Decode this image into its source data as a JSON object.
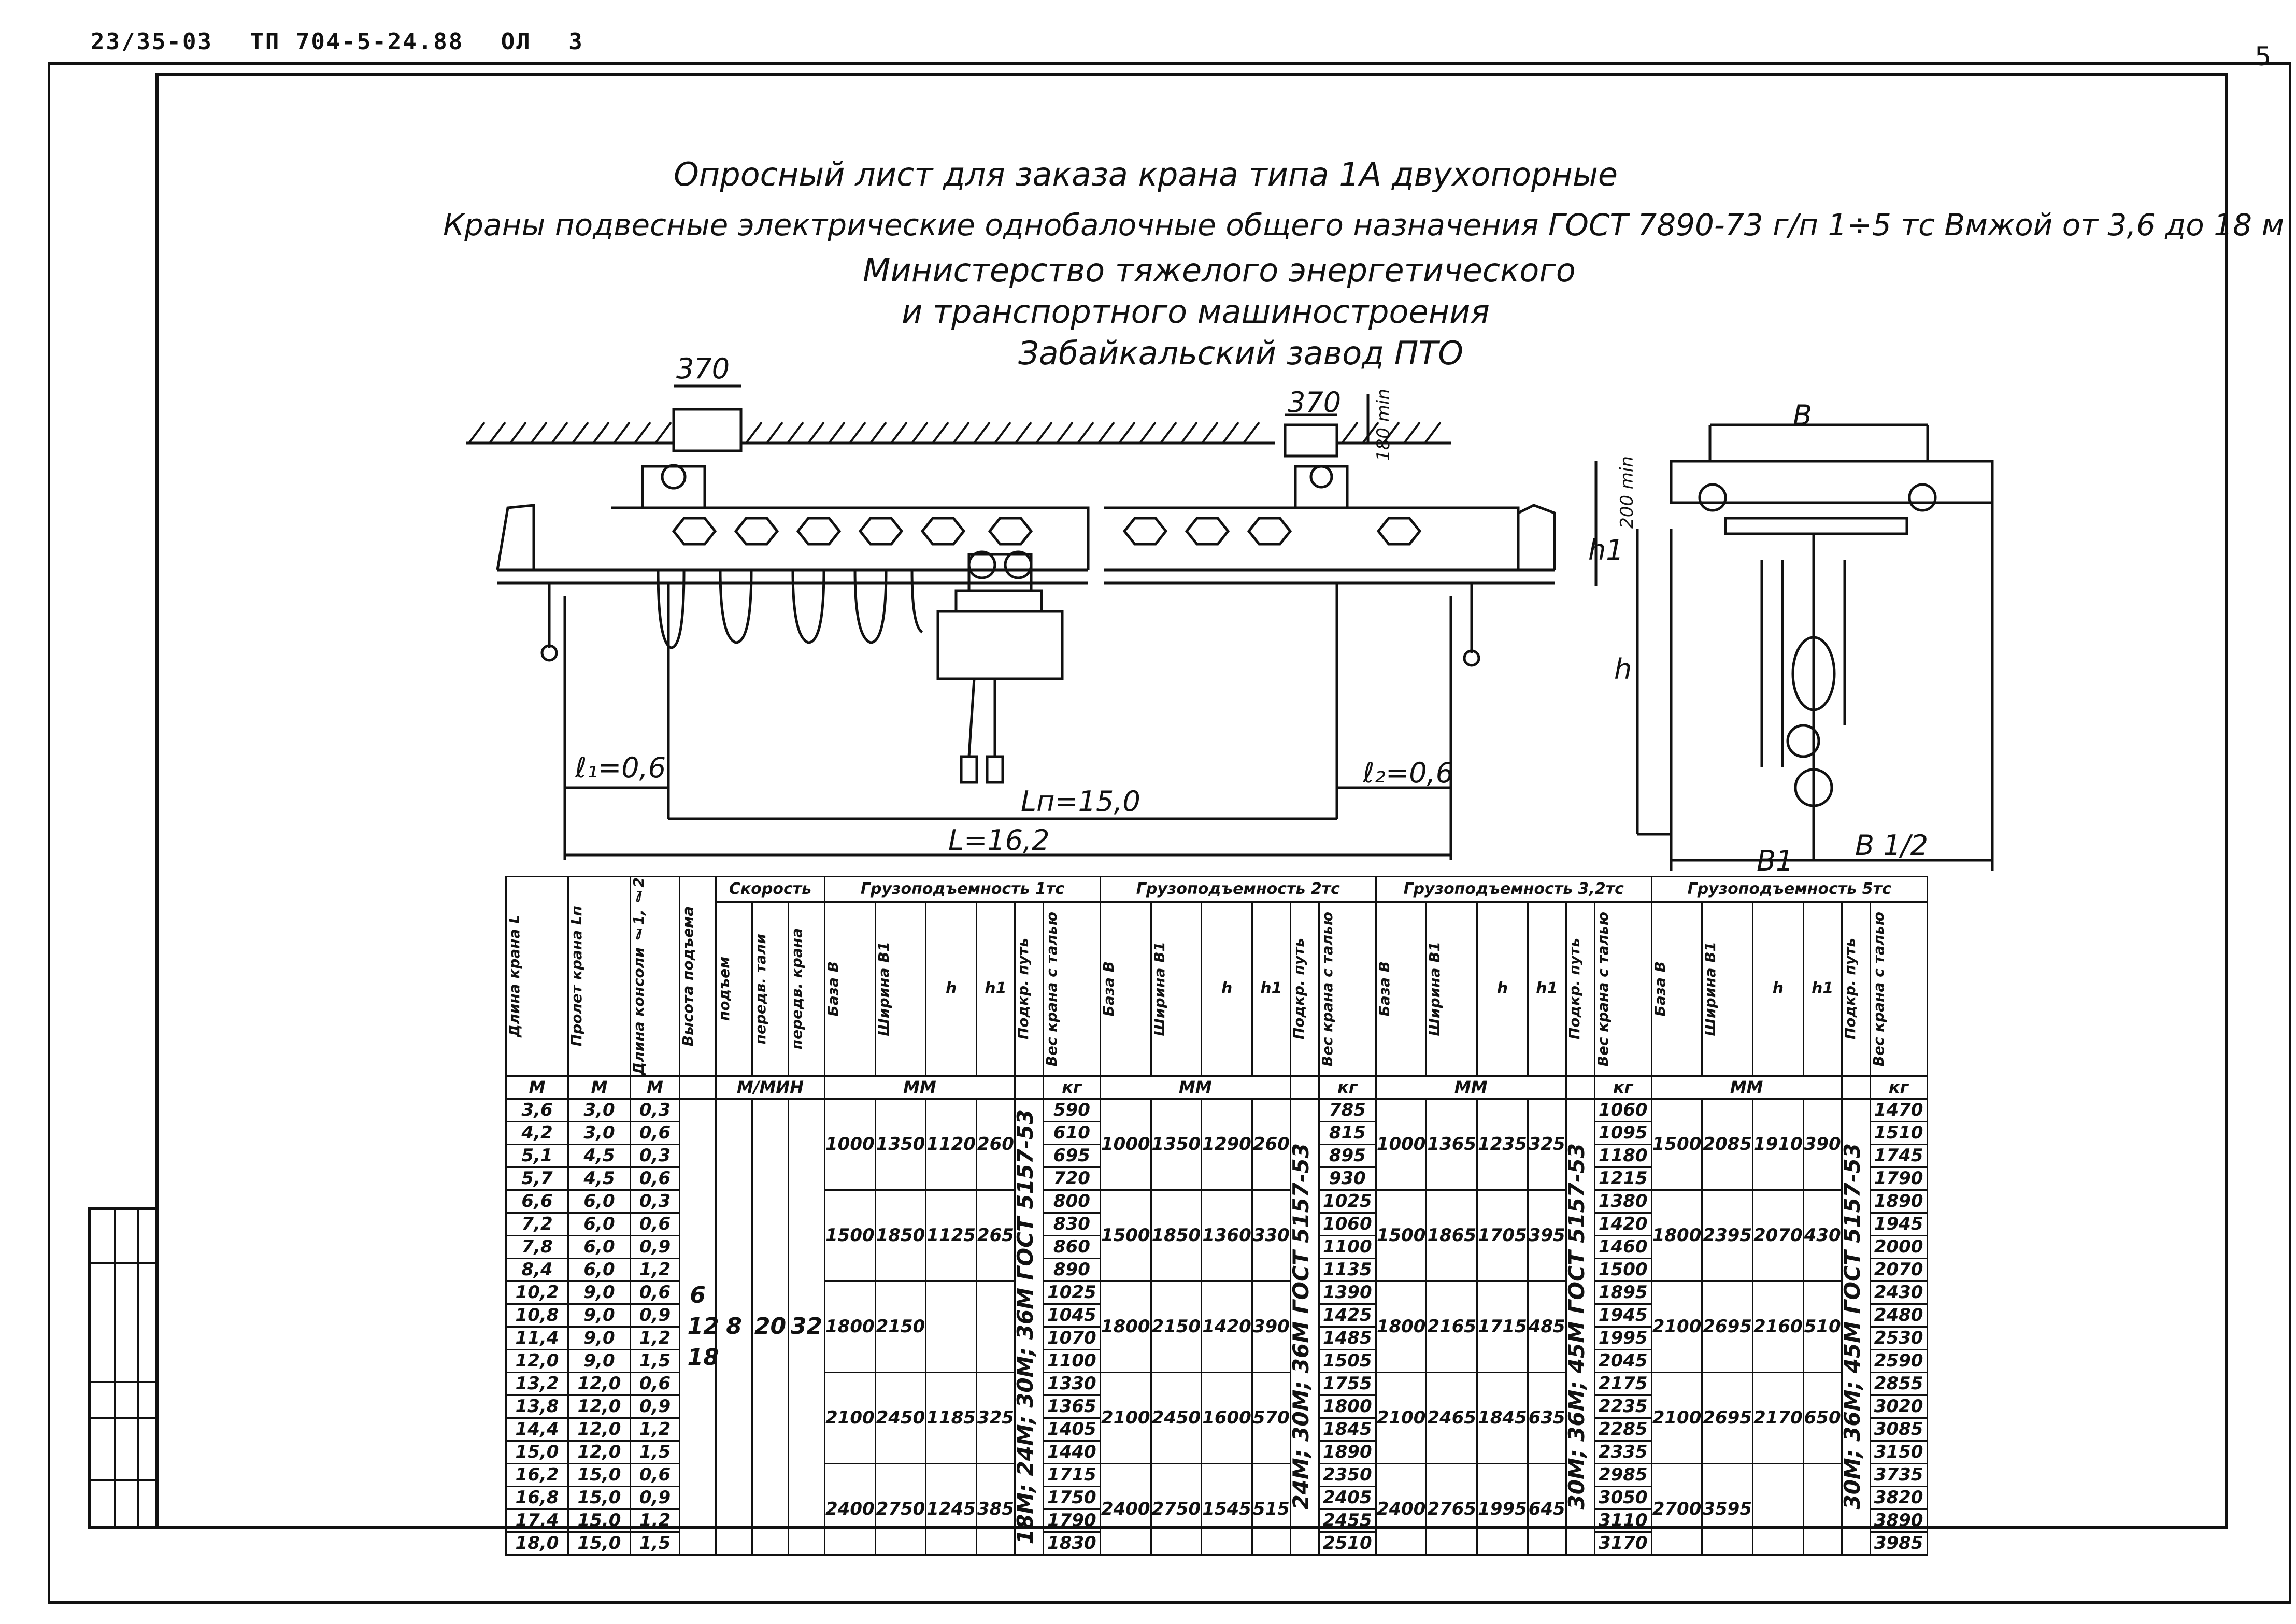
{
  "header": {
    "doc_code_1": "23/35-03",
    "doc_code_2": "ТП 704-5-24.88",
    "doc_code_3": "ОЛ",
    "doc_code_4": "3",
    "page_number": "5"
  },
  "titles": {
    "line1": "Опросный лист для заказа крана типа 1А двухопорные",
    "line2": "Краны подвесные электрические однобалочные общего назначения ГОСТ 7890-73 г/п 1÷5 тс Вмжой от 3,6 до 18 м",
    "line3": "Министерство тяжелого энергетического",
    "line4": "и транспортного машиностроения",
    "line5": "Забайкальский завод ПТО"
  },
  "drawing": {
    "dim_370_left": "370",
    "dim_370_right": "370",
    "dim_180": "180",
    "dim_180_unit": "min",
    "dim_200": "200",
    "dim_200_unit": "min",
    "dim_h1": "h1",
    "dim_h": "h",
    "dim_B": "B",
    "dim_B1": "B1",
    "dim_B12": "B 1/2",
    "dim_l1": "ℓ₁=0,6",
    "dim_l2": "ℓ₂=0,6",
    "dim_Ln": "Lп=15,0",
    "dim_L": "L=16,2"
  },
  "table": {
    "group_headers": {
      "speed": "Скорость",
      "cap1": "Грузоподъемность 1тс",
      "cap2": "Грузоподъемность 2тс",
      "cap3": "Грузоподъемность 3,2тс",
      "cap5": "Грузоподъемность 5тс"
    },
    "col_headers": {
      "crane_length": "Длина крана L",
      "span": "Пролет крана Lп",
      "console": "Длина консоли ℓ1, ℓ2",
      "lift_height": "Высота подъема",
      "lift": "подъем",
      "trolley": "передв. тали",
      "crane_move": "передв. крана",
      "base": "База B",
      "width": "Ширина B1",
      "h": "h",
      "h1": "h1",
      "track": "Подкр. путь",
      "weight": "Вес крана с талью"
    },
    "units": {
      "m1": "М",
      "m2": "М",
      "m3": "М",
      "speed_unit": "М/МИН",
      "mm1": "ММ",
      "kg1": "кг",
      "mm2": "ММ",
      "kg2": "кг",
      "mm3": "ММ",
      "kg3": "кг",
      "mm4": "ММ",
      "kg4": "кг"
    },
    "merged": {
      "lift_heights": "6 12 18",
      "speed_lift": "8",
      "speed_trolley": "20",
      "speed_crane": "32",
      "track1": "18М; 24М; 30М; 36М ГОСТ 5157-53",
      "track2": "24М; 30М; 36М ГОСТ 5157-53",
      "track3": "30М; 36М; 45М ГОСТ 5157-53",
      "track4": "30М; 36М; 45М ГОСТ 5157-53"
    },
    "rows": [
      {
        "L": "3,6",
        "Ln": "3,0",
        "l": "0,3",
        "w1": "590",
        "w2": "785",
        "w3": "1060",
        "w4": "1470"
      },
      {
        "L": "4,2",
        "Ln": "3,0",
        "l": "0,6",
        "w1": "610",
        "w2": "815",
        "w3": "1095",
        "w4": "1510"
      },
      {
        "L": "5,1",
        "Ln": "4,5",
        "l": "0,3",
        "w1": "695",
        "w2": "895",
        "w3": "1180",
        "w4": "1745"
      },
      {
        "L": "5,7",
        "Ln": "4,5",
        "l": "0,6",
        "w1": "720",
        "w2": "930",
        "w3": "1215",
        "w4": "1790"
      },
      {
        "L": "6,6",
        "Ln": "6,0",
        "l": "0,3",
        "w1": "800",
        "w2": "1025",
        "w3": "1380",
        "w4": "1890"
      },
      {
        "L": "7,2",
        "Ln": "6,0",
        "l": "0,6",
        "w1": "830",
        "w2": "1060",
        "w3": "1420",
        "w4": "1945"
      },
      {
        "L": "7,8",
        "Ln": "6,0",
        "l": "0,9",
        "w1": "860",
        "w2": "1100",
        "w3": "1460",
        "w4": "2000"
      },
      {
        "L": "8,4",
        "Ln": "6,0",
        "l": "1,2",
        "w1": "890",
        "w2": "1135",
        "w3": "1500",
        "w4": "2070"
      },
      {
        "L": "10,2",
        "Ln": "9,0",
        "l": "0,6",
        "w1": "1025",
        "w2": "1390",
        "w3": "1895",
        "w4": "2430"
      },
      {
        "L": "10,8",
        "Ln": "9,0",
        "l": "0,9",
        "w1": "1045",
        "w2": "1425",
        "w3": "1945",
        "w4": "2480"
      },
      {
        "L": "11,4",
        "Ln": "9,0",
        "l": "1,2",
        "w1": "1070",
        "w2": "1485",
        "w3": "1995",
        "w4": "2530"
      },
      {
        "L": "12,0",
        "Ln": "9,0",
        "l": "1,5",
        "w1": "1100",
        "w2": "1505",
        "w3": "2045",
        "w4": "2590"
      },
      {
        "L": "13,2",
        "Ln": "12,0",
        "l": "0,6",
        "w1": "1330",
        "w2": "1755",
        "w3": "2175",
        "w4": "2855"
      },
      {
        "L": "13,8",
        "Ln": "12,0",
        "l": "0,9",
        "w1": "1365",
        "w2": "1800",
        "w3": "2235",
        "w4": "3020"
      },
      {
        "L": "14,4",
        "Ln": "12,0",
        "l": "1,2",
        "w1": "1405",
        "w2": "1845",
        "w3": "2285",
        "w4": "3085"
      },
      {
        "L": "15,0",
        "Ln": "12,0",
        "l": "1,5",
        "w1": "1440",
        "w2": "1890",
        "w3": "2335",
        "w4": "3150"
      },
      {
        "L": "16,2",
        "Ln": "15,0",
        "l": "0,6",
        "w1": "1715",
        "w2": "2350",
        "w3": "2985",
        "w4": "3735"
      },
      {
        "L": "16,8",
        "Ln": "15,0",
        "l": "0,9",
        "w1": "1750",
        "w2": "2405",
        "w3": "3050",
        "w4": "3820"
      },
      {
        "L": "17,4",
        "Ln": "15,0",
        "l": "1,2",
        "w1": "1790",
        "w2": "2455",
        "w3": "3110",
        "w4": "3890"
      },
      {
        "L": "18,0",
        "Ln": "15,0",
        "l": "1,5",
        "w1": "1830",
        "w2": "2510",
        "w3": "3170",
        "w4": "3985"
      }
    ],
    "groups": [
      {
        "rows": 4,
        "c1": {
          "B": "1000",
          "B1": "1350",
          "h": "1120",
          "h1": "260"
        },
        "c2": {
          "B": "1000",
          "B1": "1350",
          "h": "1290",
          "h1": "260"
        },
        "c3": {
          "B": "1000",
          "B1": "1365",
          "h": "1235",
          "h1": "325"
        },
        "c4": {
          "B": "1500",
          "B1": "2085",
          "h": "1910",
          "h1": "390"
        }
      },
      {
        "rows": 4,
        "c1": {
          "B": "1500",
          "B1": "1850",
          "h": "1125",
          "h1": "265"
        },
        "c2": {
          "B": "1500",
          "B1": "1850",
          "h": "1360",
          "h1": "330"
        },
        "c3": {
          "B": "1500",
          "B1": "1865",
          "h": "1705",
          "h1": "395"
        },
        "c4": {
          "B": "1800",
          "B1": "2395",
          "h": "2070",
          "h1": "430"
        }
      },
      {
        "rows": 4,
        "c1": {
          "B": "1800",
          "B1": "2150",
          "h": "",
          "h1": ""
        },
        "c2": {
          "B": "1800",
          "B1": "2150",
          "h": "1420",
          "h1": "390"
        },
        "c3": {
          "B": "1800",
          "B1": "2165",
          "h": "1715",
          "h1": "485"
        },
        "c4": {
          "B": "2100",
          "B1": "2695",
          "h": "2160",
          "h1": "510"
        }
      },
      {
        "rows": 4,
        "c1": {
          "B": "2100",
          "B1": "2450",
          "h": "1185",
          "h1": "325"
        },
        "c2": {
          "B": "2100",
          "B1": "2450",
          "h": "1600",
          "h1": "570"
        },
        "c3": {
          "B": "2100",
          "B1": "2465",
          "h": "1845",
          "h1": "635"
        },
        "c4": {
          "B": "2100",
          "B1": "2695",
          "h": "2170",
          "h1": "650"
        }
      },
      {
        "rows": 4,
        "c1": {
          "B": "2400",
          "B1": "2750",
          "h": "1245",
          "h1": "385"
        },
        "c2": {
          "B": "2400",
          "B1": "2750",
          "h": "1545",
          "h1": "515"
        },
        "c3": {
          "B": "2400",
          "B1": "2765",
          "h": "1995",
          "h1": "645"
        },
        "c4": {
          "B": "2700",
          "B1": "3595",
          "h": "",
          "h1": ""
        }
      }
    ]
  }
}
